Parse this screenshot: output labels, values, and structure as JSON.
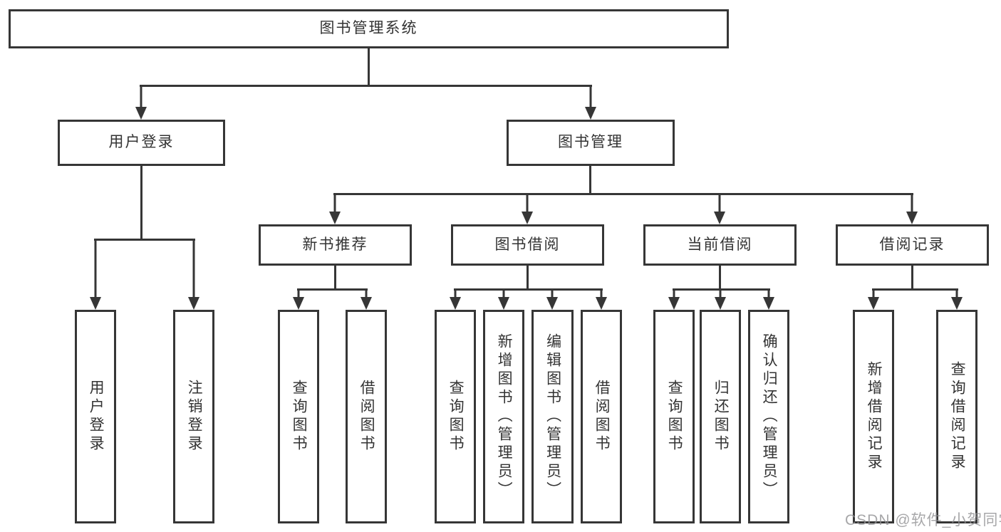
{
  "diagram": {
    "nodes": {
      "root": "图书管理系统",
      "user_login": "用户登录",
      "book_mgmt": "图书管理",
      "new_book_rec": "新书推荐",
      "book_borrow": "图书借阅",
      "current_borrow": "当前借阅",
      "borrow_records": "借阅记录",
      "ul_login": "用户登录",
      "ul_logout": "注销登录",
      "nbr_query": "查询图书",
      "nbr_borrow": "借阅图书",
      "bb_query": "查询图书",
      "bb_add": "新增图书（管理员）",
      "bb_edit": "编辑图书（管理员）",
      "bb_borrow": "借阅图书",
      "cb_query": "查询图书",
      "cb_return": "归还图书",
      "cb_confirm": "确认归还（管理员）",
      "br_add": "新增借阅记录",
      "br_query": "查询借阅记录"
    }
  },
  "watermark": "CSDN @软件_小贺同学",
  "colors": {
    "line": "#363636",
    "text": "#333333",
    "watermark": "#919194",
    "background": "#ffffff"
  }
}
